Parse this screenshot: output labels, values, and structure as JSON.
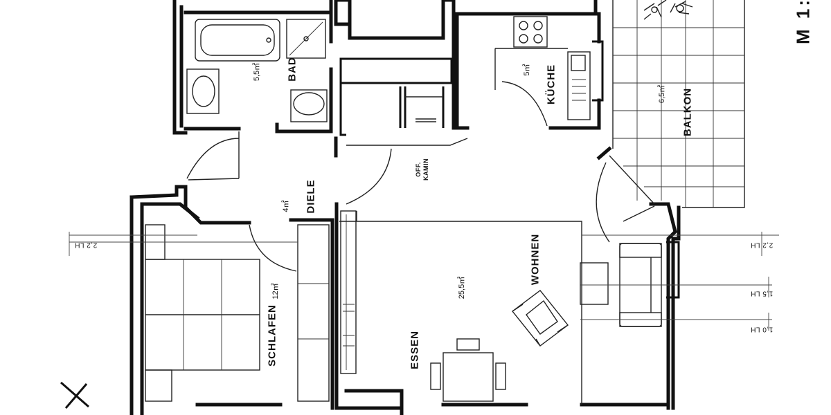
{
  "scale_label": "M 1:",
  "rooms": {
    "bad": {
      "name": "BAD",
      "area": "5,5㎡"
    },
    "kueche": {
      "name": "KÜCHE",
      "area": "5㎡"
    },
    "balkon": {
      "name": "BALKON",
      "area": "6,5㎡"
    },
    "diele": {
      "name": "DIELE",
      "area": "4㎡"
    },
    "schlafen": {
      "name": "SCHLAFEN",
      "area": "12㎡"
    },
    "wohnen": {
      "name": "WOHNEN",
      "area": "25,5㎡"
    },
    "essen": {
      "name": "ESSEN"
    }
  },
  "kamin": {
    "line1": "OFF.",
    "line2": "KAMIN"
  },
  "lh_markers": {
    "left": "2,2 LH",
    "right_1": "2,2 LH",
    "right_2": "1,5 LH",
    "right_3": "1,0 LH"
  }
}
